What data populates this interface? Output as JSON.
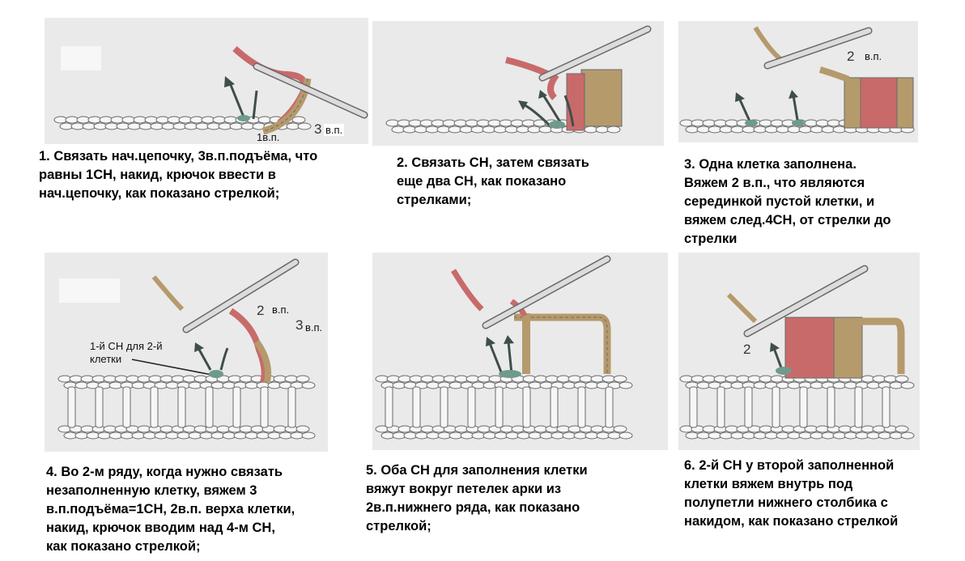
{
  "panels": [
    {
      "id": 1,
      "caption": "1. Связать нач.цепочку, 3в.п.подъёма, что\nравны 1СН, накид, крючок ввести в\nнач.цепочку, как показано стрелкой;",
      "labels": {
        "one_vp": "1в.п.",
        "three_num": "3",
        "three_vp": "в.п."
      }
    },
    {
      "id": 2,
      "caption": "2. Связать СН, затем связать\nеще два СН, как показано\nстрелками;"
    },
    {
      "id": 3,
      "caption": "3. Одна клетка заполнена.\nВяжем 2 в.п., что являются\nсерединкой пустой клетки, и\nвяжем след.4СН, от стрелки до\nстрелки",
      "labels": {
        "two_num": "2",
        "two_vp": "в.п."
      }
    },
    {
      "id": 4,
      "caption": "4.  Во 2-м ряду, когда нужно связать\nнезаполненную клетку, вяжем 3\nв.п.подъёма=1СН, 2в.п. верха клетки,\n накид, крючок вводим над 4-м СН,\nкак показано стрелкой;",
      "labels": {
        "two_num": "2",
        "two_vp": "в.п.",
        "three_num": "3",
        "three_vp": "в.п.",
        "pointer_note": "1-й СН для 2-й\nклетки"
      }
    },
    {
      "id": 5,
      "caption": "5. Оба СН для заполнения клетки\nвяжут вокруг петелек арки из\n2в.п.нижнего ряда, как показано\nстрелкой;"
    },
    {
      "id": 6,
      "caption": "6. 2-й СН у второй заполненной\nклетки вяжем внутрь под\nполупетли нижнего столбика с\nнакидом, как показано стрелкой",
      "labels": {
        "two_num": "2"
      }
    }
  ],
  "colors": {
    "yarn_white": "#f6f6f6",
    "yarn_outline": "#6a6a6a",
    "yarn_tan": "#b59a6c",
    "yarn_red": "#c96a6a",
    "yarn_teal": "#6f9a8c",
    "hook": "#d8d8d8",
    "arrow": "#3f4e4c"
  }
}
